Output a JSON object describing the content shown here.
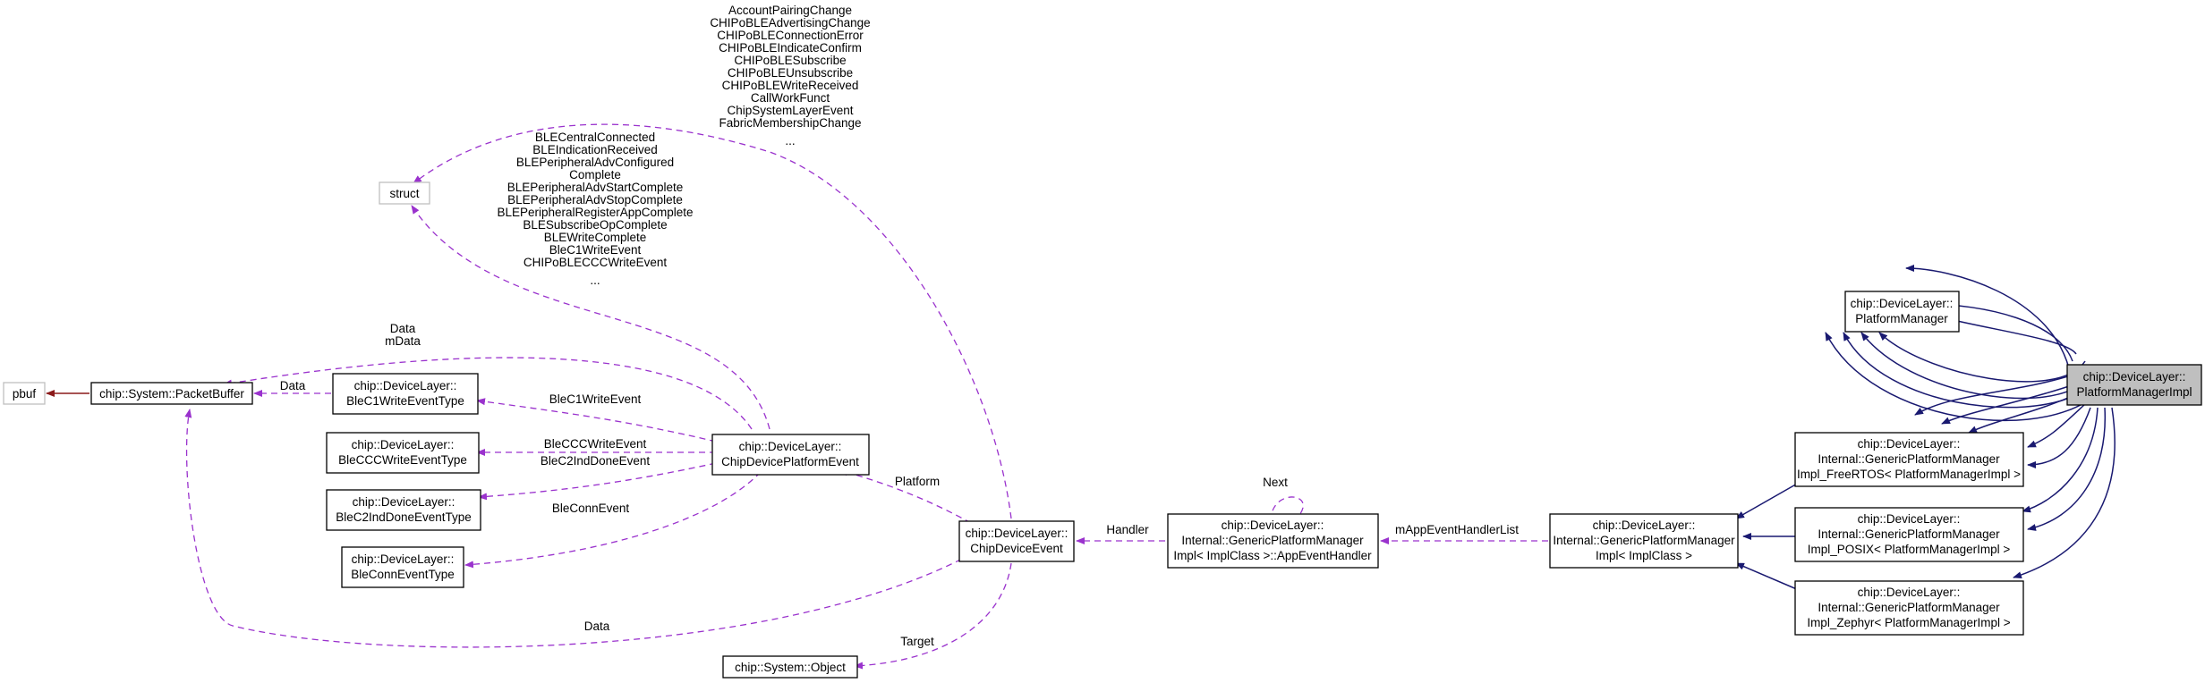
{
  "colors": {
    "inheritance": "#191970",
    "usage": "#9a32cd",
    "external": "#8b1a1a",
    "highlight": "#bfbfbf"
  },
  "nodes": {
    "platform_manager_impl": [
      "chip::DeviceLayer::",
      "PlatformManagerImpl"
    ],
    "platform_manager": [
      "chip::DeviceLayer::",
      "PlatformManager"
    ],
    "generic_freertos": [
      "chip::DeviceLayer::",
      "Internal::GenericPlatformManager",
      "Impl_FreeRTOS< PlatformManagerImpl >"
    ],
    "generic_posix": [
      "chip::DeviceLayer::",
      "Internal::GenericPlatformManager",
      "Impl_POSIX< PlatformManagerImpl >"
    ],
    "generic_zephyr": [
      "chip::DeviceLayer::",
      "Internal::GenericPlatformManager",
      "Impl_Zephyr< PlatformManagerImpl >"
    ],
    "generic_impl": [
      "chip::DeviceLayer::",
      "Internal::GenericPlatformManager",
      "Impl< ImplClass >"
    ],
    "app_event_handler": [
      "chip::DeviceLayer::",
      "Internal::GenericPlatformManager",
      "Impl< ImplClass >::AppEventHandler"
    ],
    "chip_device_event": [
      "chip::DeviceLayer::",
      "ChipDeviceEvent"
    ],
    "chip_device_platform_event": [
      "chip::DeviceLayer::",
      "ChipDevicePlatformEvent"
    ],
    "system_object": [
      "chip::System::Object"
    ],
    "packet_buffer": [
      "chip::System::PacketBuffer"
    ],
    "pbuf": [
      "pbuf"
    ],
    "struct": [
      "struct"
    ],
    "ble_c1_write_event_type": [
      "chip::DeviceLayer::",
      "BleC1WriteEventType"
    ],
    "ble_ccc_write_event_type": [
      "chip::DeviceLayer::",
      "BleCCCWriteEventType"
    ],
    "ble_c2_ind_done_event_type": [
      "chip::DeviceLayer::",
      "BleC2IndDoneEventType"
    ],
    "ble_conn_event_type": [
      "chip::DeviceLayer::",
      "BleConnEventType"
    ]
  },
  "edge_labels": {
    "struct_from_device_event": [
      "AccountPairingChange",
      "CHIPoBLEAdvertisingChange",
      "CHIPoBLEConnectionError",
      "CHIPoBLEIndicateConfirm",
      "CHIPoBLESubscribe",
      "CHIPoBLEUnsubscribe",
      "CHIPoBLEWriteReceived",
      "CallWorkFunct",
      "ChipSystemLayerEvent",
      "FabricMembershipChange",
      "..."
    ],
    "struct_from_platform_event": [
      "BLECentralConnected",
      "BLEIndicationReceived",
      "BLEPeripheralAdvConfigured",
      "Complete",
      "BLEPeripheralAdvStartComplete",
      "BLEPeripheralAdvStopComplete",
      "BLEPeripheralRegisterAppComplete",
      "BLESubscribeOpComplete",
      "BLEWriteComplete",
      "BleC1WriteEvent",
      "CHIPoBLECCCWriteEvent",
      "..."
    ],
    "packet_buffer_from_platform_event": [
      "Data",
      "mData"
    ],
    "packet_buffer_from_c1": "Data",
    "packet_buffer_from_device_event": "Data",
    "c1_write_event": "BleC1WriteEvent",
    "ccc_write_event": "BleCCCWriteEvent",
    "c2_ind_done_event": "BleC2IndDoneEvent",
    "conn_event": "BleConnEvent",
    "platform": "Platform",
    "target": "Target",
    "handler": "Handler",
    "next": "Next",
    "app_event_handler_list": "mAppEventHandlerList"
  }
}
